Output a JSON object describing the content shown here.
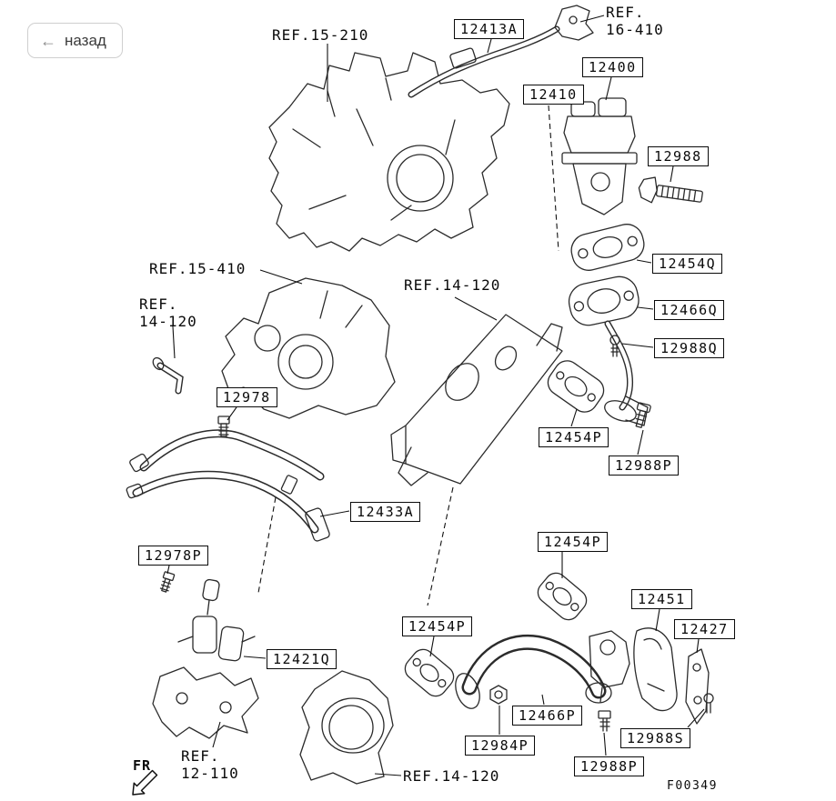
{
  "toolbar": {
    "back_label": "назад"
  },
  "diagram": {
    "figure_code": "F00349",
    "fr_label": "FR",
    "callouts": [
      {
        "text": "12413A"
      },
      {
        "text": "12400"
      },
      {
        "text": "12410"
      },
      {
        "text": "12988"
      },
      {
        "text": "12454Q"
      },
      {
        "text": "12466Q"
      },
      {
        "text": "12988Q"
      },
      {
        "text": "12978"
      },
      {
        "text": "12454P"
      },
      {
        "text": "12988P"
      },
      {
        "text": "12433A"
      },
      {
        "text": "12454P"
      },
      {
        "text": "12978P"
      },
      {
        "text": "12454P"
      },
      {
        "text": "12451"
      },
      {
        "text": "12427"
      },
      {
        "text": "12421Q"
      },
      {
        "text": "12466P"
      },
      {
        "text": "12988S"
      },
      {
        "text": "12984P"
      },
      {
        "text": "12988P"
      }
    ],
    "refs": [
      {
        "text": "REF.15-210"
      },
      {
        "text": "REF.\n16-410"
      },
      {
        "text": "REF.15-410"
      },
      {
        "text": "REF.\n14-120"
      },
      {
        "text": "REF.14-120"
      },
      {
        "text": "REF.\n12-110"
      },
      {
        "text": "REF.14-120"
      }
    ]
  }
}
